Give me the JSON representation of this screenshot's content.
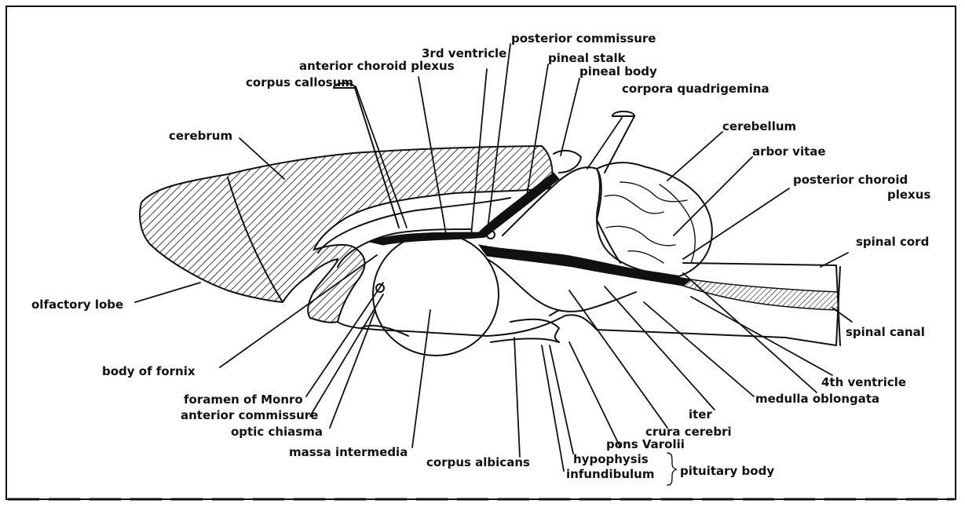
{
  "labels": {
    "posterior_commissure": "posterior commissure",
    "third_ventricle": "3rd ventricle",
    "pineal_stalk": "pineal stalk",
    "anterior_choroid_plexus": "anterior choroid plexus",
    "pineal_body": "pineal body",
    "corpus_callosum": "corpus callosum",
    "corpora_quadrigemina": "corpora quadrigemina",
    "cerebrum": "cerebrum",
    "cerebellum": "cerebellum",
    "arbor_vitae": "arbor vitae",
    "posterior_choroid_plexus_1": "posterior choroid",
    "posterior_choroid_plexus_2": "plexus",
    "spinal_cord": "spinal cord",
    "olfactory_lobe": "olfactory lobe",
    "spinal_canal": "spinal canal",
    "fourth_ventricle": "4th ventricle",
    "body_of_fornix": "body of fornix",
    "medulla_oblongata": "medulla oblongata",
    "iter": "iter",
    "foramen_of_monro": "foramen of Monro",
    "crura_cerebri": "crura cerebri",
    "anterior_commissure": "anterior commissure",
    "optic_chiasma": "optic chiasma",
    "pons_varolii": "pons Varolii",
    "massa_intermedia": "massa intermedia",
    "corpus_albicans": "corpus albicans",
    "hypophysis": "hypophysis",
    "infundibulum": "infundibulum",
    "pituitary_body": "pituitary body"
  }
}
